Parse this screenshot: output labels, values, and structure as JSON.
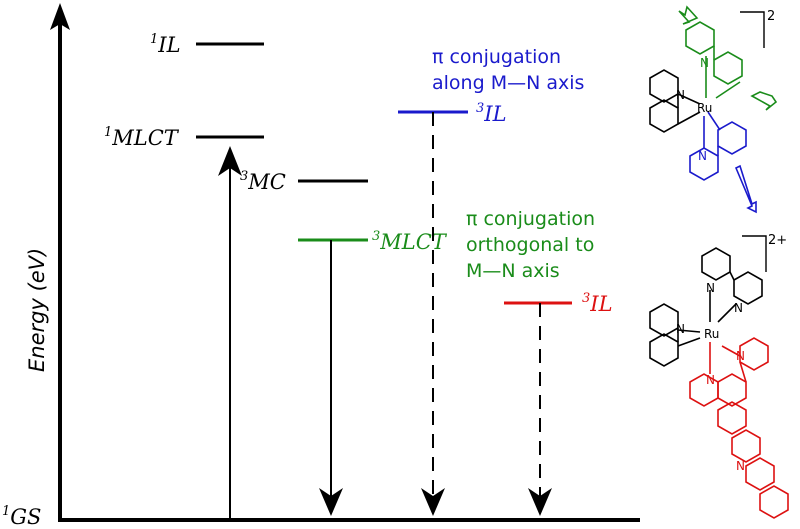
{
  "axis": {
    "title": "Energy (eV)"
  },
  "ground_state": {
    "sup": "1",
    "main": "GS"
  },
  "levels": [
    {
      "id": "s1il",
      "sup": "1",
      "main": "IL",
      "color": "#000000"
    },
    {
      "id": "s1mlct",
      "sup": "1",
      "main": "MLCT",
      "color": "#000000"
    },
    {
      "id": "t3mc",
      "sup": "3",
      "main": "MC",
      "color": "#000000"
    },
    {
      "id": "t3mlct",
      "sup": "3",
      "main": "MLCT",
      "color": "#1a8c1a"
    },
    {
      "id": "t3il_blue",
      "sup": "3",
      "main": "IL",
      "color": "#1a1acc"
    },
    {
      "id": "t3il_red",
      "sup": "3",
      "main": "IL",
      "color": "#dd1111"
    }
  ],
  "notes": {
    "blue": {
      "lines": [
        "π conjugation",
        "along M—N axis"
      ],
      "color": "#1a1acc"
    },
    "green": {
      "lines": [
        "π conjugation",
        "orthogonal to",
        "M—N axis"
      ],
      "color": "#1a8c1a"
    }
  },
  "complexes": {
    "top": {
      "charge": "2",
      "metal": "Ru",
      "nitrogen": "N"
    },
    "bottom": {
      "charge": "2+",
      "metal": "Ru",
      "nitrogen": "N"
    }
  },
  "colors": {
    "black": "#000000",
    "green": "#1a8c1a",
    "blue": "#1a1acc",
    "red": "#dd1111"
  }
}
